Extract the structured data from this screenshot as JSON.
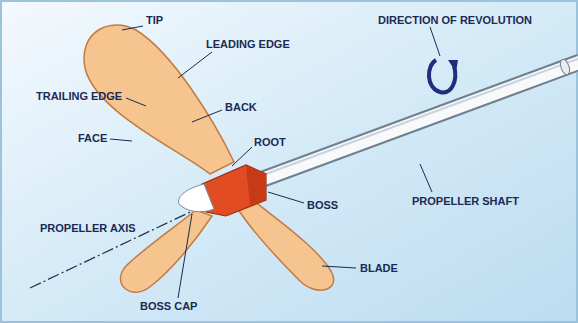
{
  "diagram": {
    "labels": [
      "TIP",
      "LEADING EDGE",
      "TRAILING EDGE",
      "BACK",
      "FACE",
      "ROOT",
      "PROPELLER AXIS",
      "BOSS",
      "BOSS CAP",
      "BLADE",
      "DIRECTION OF REVOLUTION",
      "PROPELLER SHAFT"
    ]
  }
}
